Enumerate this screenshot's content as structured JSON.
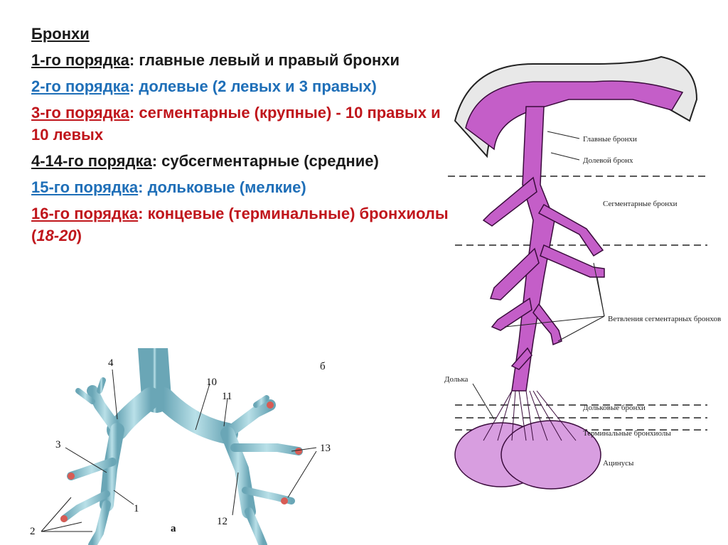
{
  "title": "Бронхи",
  "orders": [
    {
      "label": "1-го порядка",
      "desc": ": главные левый и правый бронхи",
      "color": "#1a1a1a"
    },
    {
      "label": "2-го порядка",
      "desc": ": долевые (2 левых и 3 правых)",
      "color": "#1f6fb8"
    },
    {
      "label": "3-го порядка",
      "desc": ": сегментарные (крупные) - 10 правых и 10 левых",
      "color": "#c0161c"
    },
    {
      "label": "4-14-го порядка",
      "desc": ": субсегментарные (средние)",
      "color": "#1a1a1a"
    },
    {
      "label": "15-го порядка",
      "desc": ": дольковые (мелкие)",
      "color": "#1f6fb8"
    },
    {
      "label": "16-го порядка",
      "desc": ": концевые (терминальные) бронхиолы (",
      "desc_italic": "18-20",
      "desc_end": ")",
      "color": "#c0161c"
    }
  ],
  "left_figure": {
    "panel_a": "а",
    "panel_b": "б",
    "numbers": [
      "4",
      "10",
      "11",
      "3",
      "13",
      "1",
      "12",
      "2"
    ]
  },
  "right_figure": {
    "labels": [
      "Главные бронхи",
      "Долевой бронх",
      "Сегментарные бронхи",
      "Ветвления сегментарных бронхов",
      "Долька",
      "Дольковые бронхи",
      "Терминальные бронхиолы",
      "Ацинусы"
    ]
  },
  "colors": {
    "bronchus_left": "#8fc3cf",
    "bronchus_right": "#c45ec8"
  }
}
